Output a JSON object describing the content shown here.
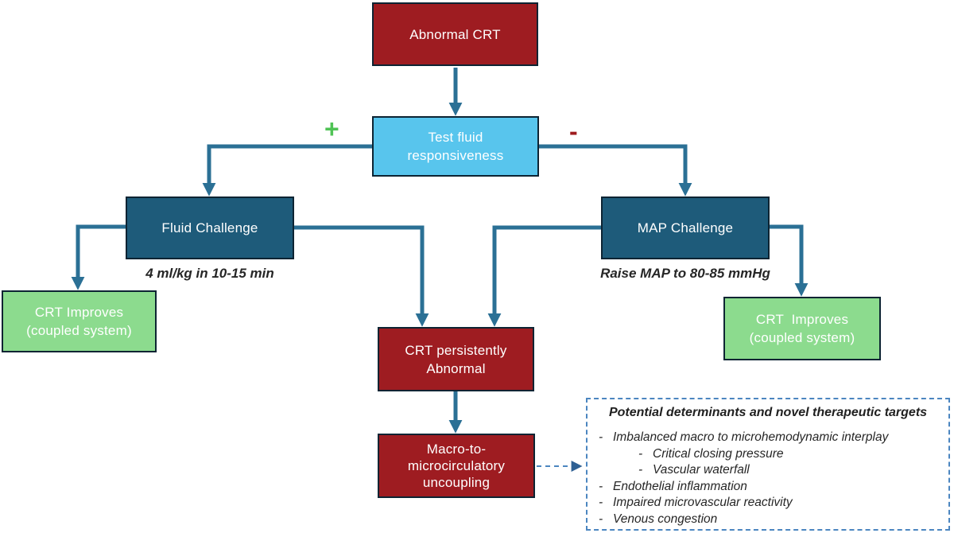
{
  "nodes": {
    "abnormal_crt": {
      "label": "Abnormal CRT"
    },
    "test_fluid": {
      "line1": "Test fluid",
      "line2": "responsiveness"
    },
    "fluid_challenge": {
      "label": "Fluid Challenge",
      "note": "4 ml/kg in 10-15 min"
    },
    "map_challenge": {
      "label": "MAP Challenge",
      "note": "Raise MAP to 80-85 mmHg"
    },
    "crt_improves_left": {
      "line1": "CRT Improves",
      "line2": "(coupled system)"
    },
    "crt_improves_right": {
      "line1": "CRT  Improves",
      "line2": "(coupled system)"
    },
    "crt_persistent": {
      "line1": "CRT persistently",
      "line2": "Abnormal"
    },
    "uncoupling": {
      "line1": "Macro-to-",
      "line2": "microcirculatory",
      "line3": "uncoupling"
    }
  },
  "branch_labels": {
    "positive": "+",
    "negative": "-"
  },
  "panel": {
    "title": "Potential determinants and novel therapeutic targets",
    "items": [
      {
        "level": 1,
        "marker": "-",
        "text": "Imbalanced macro to microhemodynamic interplay"
      },
      {
        "level": 2,
        "marker": "-",
        "text": "Critical closing pressure"
      },
      {
        "level": 2,
        "marker": "-",
        "text": "Vascular waterfall"
      },
      {
        "level": 1,
        "marker": "-",
        "text": "Endothelial inflammation"
      },
      {
        "level": 1,
        "marker": "-",
        "text": "Impaired microvascular reactivity"
      },
      {
        "level": 1,
        "marker": "-",
        "text": "Venous congestion"
      }
    ]
  },
  "colors": {
    "dark_red": "#9E1C21",
    "light_blue": "#58C5ED",
    "dark_blue": "#1E5B7A",
    "green": "#8CDB8E",
    "arrow_blue": "#2B7095",
    "plus_green": "#4FC355",
    "minus_red": "#9E1B1E",
    "dashed_panel_blue": "#4C86C0",
    "box_border": "#0D2433",
    "note_text": "#262626"
  }
}
